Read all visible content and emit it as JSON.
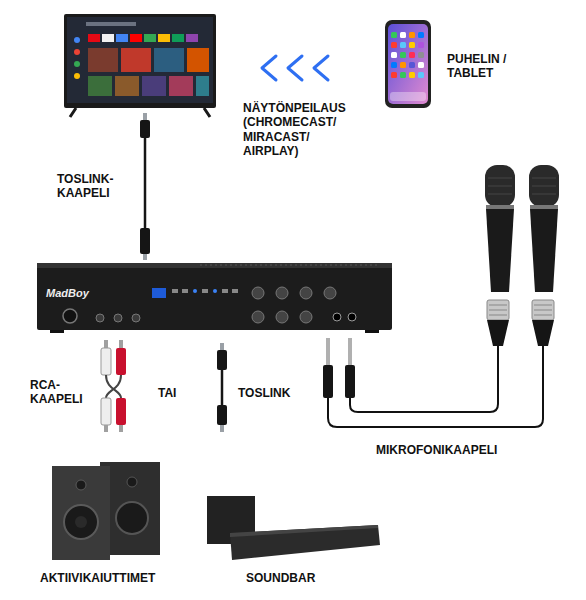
{
  "diagram": {
    "nodes": [
      {
        "text": [
          "PUHELIN / TABLET"
        ]
      },
      {
        "text": [
          "AKTIIVIKAIUTTIMET"
        ]
      },
      {
        "text": [
          "SOUNDBAR"
        ]
      }
    ],
    "labels": [
      "NÄYTÖNPEILAUS (CHROMECAST/ MIRACAST/ AIRPLAY)",
      "TOSLINK-KAAPELI",
      "MadBoy",
      "RCA-KAAPELI",
      "TAI",
      "TOSLINK",
      "MIKROFONIKAAPELI"
    ]
  }
}
